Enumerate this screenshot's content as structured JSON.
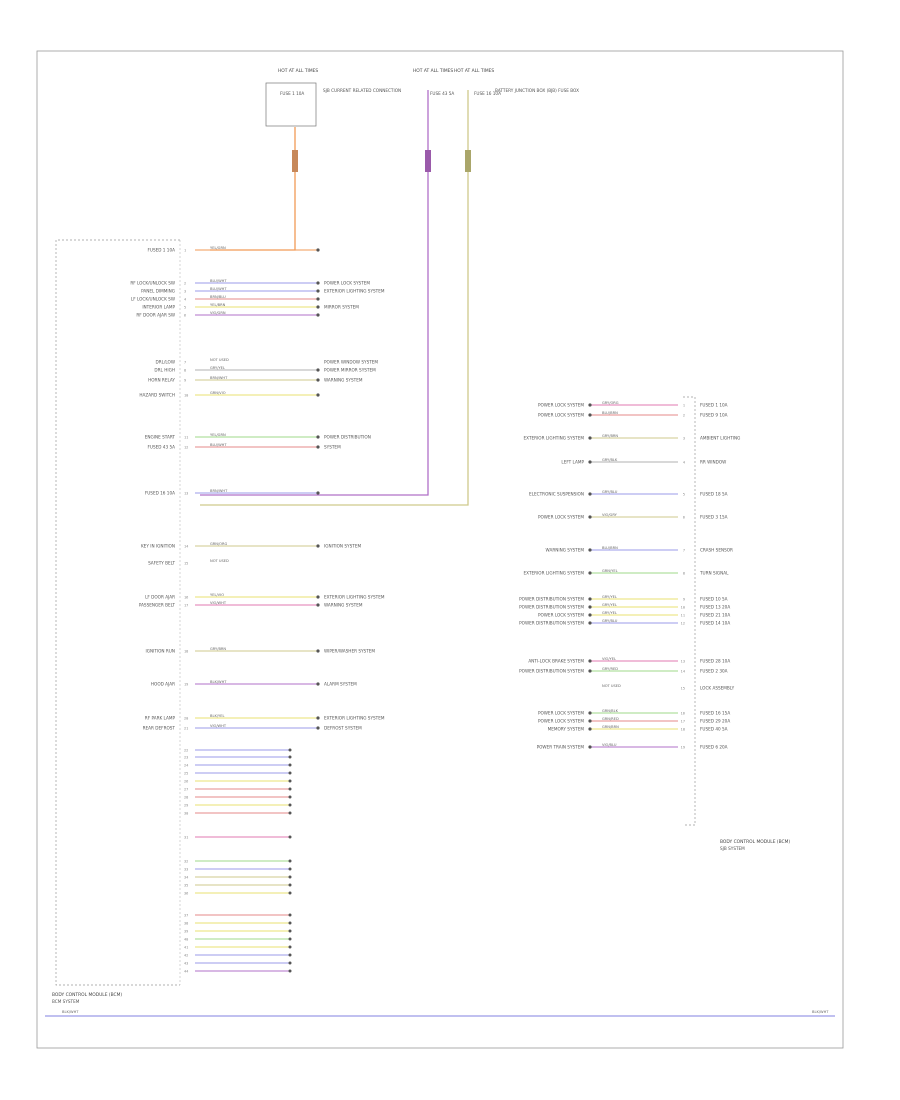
{
  "figure_code": "",
  "colors": {
    "orange": "#f29a56",
    "violet": "#b070c8",
    "tan": "#cfc98c",
    "blue": "#9b9be8",
    "green": "#9fd888",
    "red": "#e48a8a",
    "pink": "#e07ab0",
    "yellow": "#e8e070",
    "gray": "#b0b0b0"
  },
  "top_sources": [
    {
      "label": "HOT AT ALL TIMES",
      "sub": "FUSE 1 10A",
      "note": "SJB CURRENT RELATED CONNECTION"
    },
    {
      "label": "HOT AT ALL TIMES",
      "sub": "FUSE 43 5A",
      "note": ""
    },
    {
      "label": "HOT AT ALL TIMES",
      "sub": "FUSE 16 10A",
      "note": "BATTERY JUNCTION BOX (BJB) FUSE BOX"
    }
  ],
  "left_module": {
    "title": "BODY CONTROL MODULE (BCM)",
    "subtitle": "BCM SYSTEM",
    "rows": [
      {
        "label": "FUSED 1 10A",
        "wire": "YEL/GRN",
        "dest": ""
      },
      {
        "label": "RF LOCK/UNLOCK SW",
        "wire": "BLU/WHT",
        "dest": "POWER LOCK SYSTEM"
      },
      {
        "label": "PANEL DIMMING",
        "wire": "BLU/WHT",
        "dest": "EXTERIOR LIGHTING SYSTEM"
      },
      {
        "label": "LF LOCK/UNLOCK SW",
        "wire": "BRN/BLU",
        "dest": ""
      },
      {
        "label": "INTERIOR LAMP",
        "wire": "YEL/BRN",
        "dest": "MIRROR SYSTEM"
      },
      {
        "label": "RF DOOR AJAR SW",
        "wire": "VIO/GRN",
        "dest": ""
      },
      {
        "label": "DRL/LOW",
        "wire": "NOT USED",
        "dest": "POWER WINDOW SYSTEM"
      },
      {
        "label": "DRL HIGH",
        "wire": "GRY/YEL",
        "dest": "POWER MIRROR SYSTEM"
      },
      {
        "label": "HORN RELAY",
        "wire": "BRN/WHT",
        "dest": "WARNING SYSTEM"
      },
      {
        "label": "HAZARD SWITCH",
        "wire": "GRN/VIO",
        "dest": ""
      },
      {
        "label": "ENGINE START",
        "wire": "YEL/GRN",
        "dest": "POWER DISTRIBUTION"
      },
      {
        "label": "FUSED 43 5A",
        "wire": "BLU/WHT",
        "dest": "SYSTEM"
      },
      {
        "label": "FUSED 16 10A",
        "wire": "BRN/WHT",
        "dest": ""
      },
      {
        "label": "KEY IN IGNITION",
        "wire": "GRN/ORG",
        "dest": "IGNITION SYSTEM"
      },
      {
        "label": "SAFETY BELT",
        "wire": "NOT USED",
        "dest": ""
      },
      {
        "label": "LF DOOR AJAR",
        "wire": "YEL/VIO",
        "dest": "EXTERIOR LIGHTING SYSTEM"
      },
      {
        "label": "PASSENGER BELT",
        "wire": "VIO/WHT",
        "dest": "WARNING SYSTEM"
      },
      {
        "label": "IGNITION RUN",
        "wire": "GRY/BRN",
        "dest": "WIPER/WASHER SYSTEM"
      },
      {
        "label": "HOOD AJAR",
        "wire": "BLK/WHT",
        "dest": "ALARM SYSTEM"
      },
      {
        "label": "RF PARK LAMP",
        "wire": "BLK/YEL",
        "dest": "EXTERIOR LIGHTING SYSTEM"
      },
      {
        "label": "REAR DEFROST",
        "wire": "VIO/WHT",
        "dest": "DEFROST SYSTEM"
      }
    ]
  },
  "right_module": {
    "title": "BODY CONTROL MODULE (BCM)",
    "subtitle": "SJB SYSTEM",
    "rows": [
      {
        "label": "FUSED 1 10A",
        "wire": "GRY/ORG",
        "dest": "POWER LOCK SYSTEM"
      },
      {
        "label": "FUSED 9 10A",
        "wire": "BLU/BRN",
        "dest": "POWER LOCK SYSTEM"
      },
      {
        "label": "AMBIENT LIGHTING",
        "wire": "GRY/BRN",
        "dest": "EXTERIOR LIGHTING SYSTEM"
      },
      {
        "label": "RR WINDOW",
        "wire": "GRY/BLK",
        "dest": "LEFT LAMP"
      },
      {
        "label": "FUSED 18 5A",
        "wire": "GRY/BLU",
        "dest": "ELECTRONIC SUSPENSION"
      },
      {
        "label": "FUSED 3 15A",
        "wire": "VIO/GRY",
        "dest": "POWER LOCK SYSTEM"
      },
      {
        "label": "CRASH SENSOR",
        "wire": "BLU/BRN",
        "dest": "WARNING SYSTEM"
      },
      {
        "label": "TURN SIGNAL",
        "wire": "GRN/YEL",
        "dest": "EXTERIOR LIGHTING SYSTEM"
      },
      {
        "label": "FUSED 10 5A",
        "wire": "GRY/YEL",
        "dest": "POWER DISTRIBUTION SYSTEM"
      },
      {
        "label": "FUSED 13 20A",
        "wire": "GRY/YEL",
        "dest": "POWER DISTRIBUTION SYSTEM"
      },
      {
        "label": "FUSED 21 10A",
        "wire": "GRY/YEL",
        "dest": "POWER LOCK SYSTEM"
      },
      {
        "label": "FUSED 14 10A",
        "wire": "GRY/BLU",
        "dest": "POWER DISTRIBUTION SYSTEM"
      },
      {
        "label": "FUSED 28 10A",
        "wire": "VIO/YEL",
        "dest": "ANTI-LOCK BRAKE SYSTEM"
      },
      {
        "label": "FUSED 2 30A",
        "wire": "GRY/RED",
        "dest": "POWER DISTRIBUTION SYSTEM"
      },
      {
        "label": "LOCK ASSEMBLY",
        "wire": "NOT USED",
        "dest": ""
      },
      {
        "label": "FUSED 16 15A",
        "wire": "GRN/BLK",
        "dest": "POWER LOCK SYSTEM"
      },
      {
        "label": "FUSED 29 20A",
        "wire": "GRN/RED",
        "dest": "POWER LOCK SYSTEM"
      },
      {
        "label": "FUSED 40 5A",
        "wire": "GRN/BRN",
        "dest": "MEMORY SYSTEM"
      },
      {
        "label": "FUSED 6 20A",
        "wire": "VIO/BLU",
        "dest": "POWER TRAIN SYSTEM"
      }
    ]
  },
  "ground_wire": {
    "left_label": "BLK/WHT",
    "right_label": "BLK/WHT"
  }
}
